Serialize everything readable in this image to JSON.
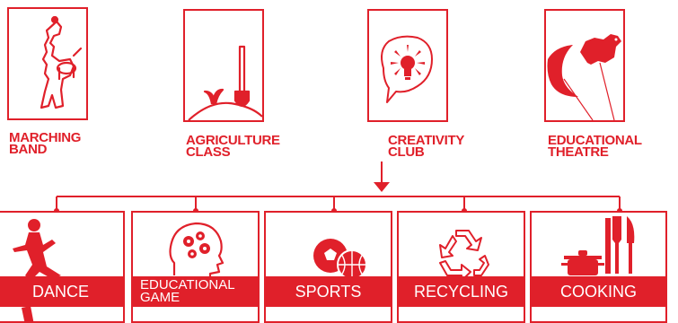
{
  "colors": {
    "accent": "#e0202a",
    "background": "#ffffff"
  },
  "top_clubs": [
    {
      "label": "MARCHING\nBAND",
      "icon": "marching-drummer-icon"
    },
    {
      "label": "AGRICULTURE\nCLASS",
      "icon": "shovel-sprout-icon"
    },
    {
      "label": "CREATIVITY\nCLUB",
      "icon": "lightbulb-speech-bubble-icon"
    },
    {
      "label": "EDUCATIONAL\nTHEATRE",
      "icon": "shadow-puppet-cow-moon-icon"
    }
  ],
  "sub_activities": [
    {
      "label": "DANCE",
      "icon": "dancer-icon"
    },
    {
      "label": "EDUCATIONAL\nGAME",
      "icon": "brain-gears-head-icon"
    },
    {
      "label": "SPORTS",
      "icon": "balls-icon"
    },
    {
      "label": "RECYCLING",
      "icon": "recycling-icon"
    },
    {
      "label": "COOKING",
      "icon": "pot-utensils-icon"
    }
  ]
}
